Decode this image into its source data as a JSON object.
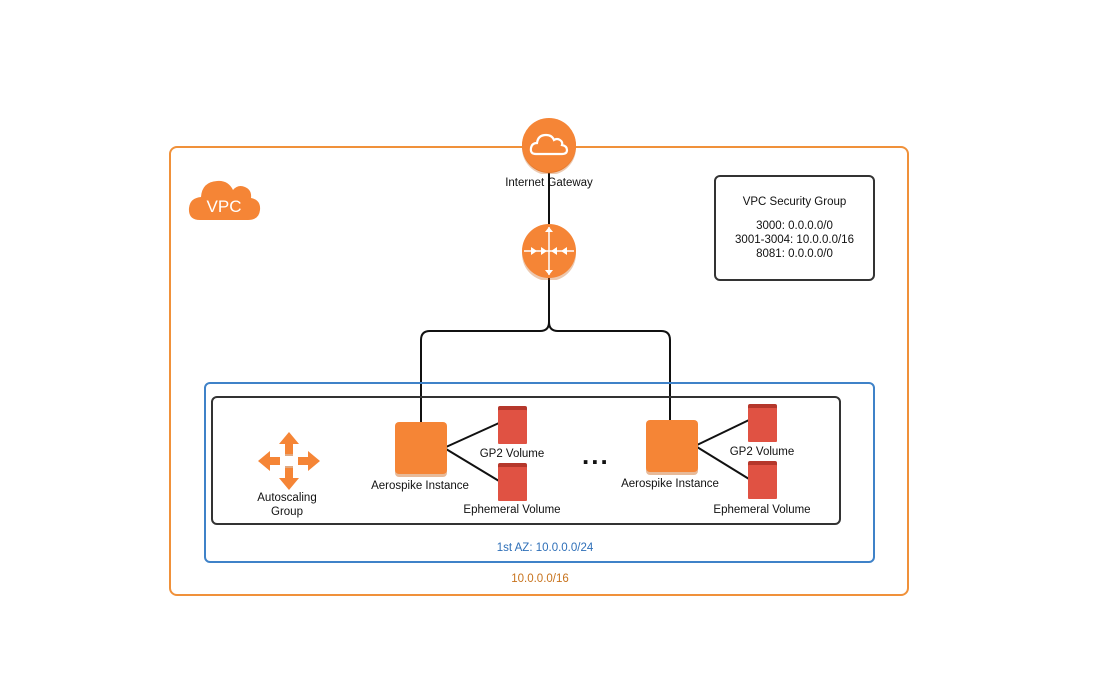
{
  "vpc": {
    "badge": "VPC",
    "cidr": "10.0.0.0/16"
  },
  "internet_gateway": {
    "label": "Internet Gateway"
  },
  "security_group": {
    "title": "VPC Security Group",
    "rules": [
      "3000: 0.0.0.0/0",
      "3001-3004: 10.0.0.0/16",
      "8081: 0.0.0.0/0"
    ]
  },
  "availability_zone": {
    "label": "1st AZ: 10.0.0.0/24"
  },
  "autoscaling_group": {
    "label_line1": "Autoscaling",
    "label_line2": "Group"
  },
  "instances": [
    {
      "label": "Aerospike Instance",
      "gp2_label": "GP2 Volume",
      "ephemeral_label": "Ephemeral Volume"
    },
    {
      "label": "Aerospike Instance",
      "gp2_label": "GP2 Volume",
      "ephemeral_label": "Ephemeral Volume"
    }
  ],
  "ellipsis": "...",
  "colors": {
    "aws_orange": "#f58536",
    "volume_red": "#e05243",
    "vpc_border": "#f0913a",
    "az_border": "#3f82c8"
  }
}
